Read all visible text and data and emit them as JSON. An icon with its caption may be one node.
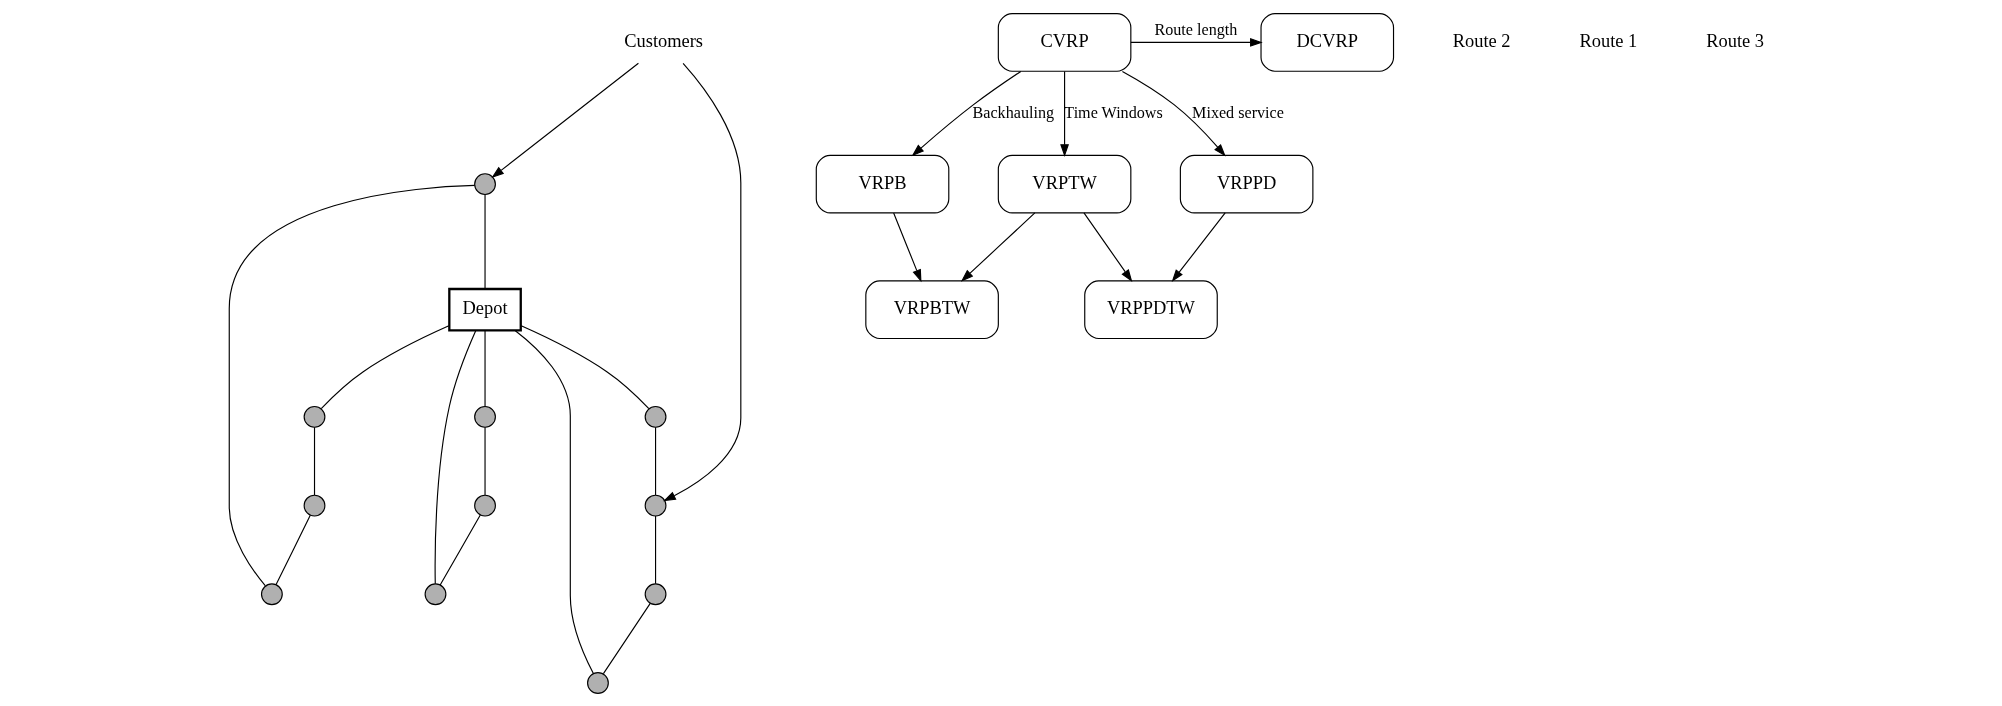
{
  "diagram": {
    "nodes": [
      {
        "text": [
          "Customers"
        ]
      },
      {
        "text": [],
        "shape": "circle"
      },
      {
        "text": [],
        "shape": "circle"
      },
      {
        "text": [],
        "shape": "circle"
      },
      {
        "text": [],
        "shape": "circle"
      },
      {
        "text": [],
        "shape": "circle"
      },
      {
        "text": [],
        "shape": "circle"
      },
      {
        "text": [],
        "shape": "circle"
      },
      {
        "text": [
          "Depot"
        ]
      },
      {
        "text": [],
        "shape": "circle"
      },
      {
        "text": [],
        "shape": "circle"
      },
      {
        "text": [],
        "shape": "circle"
      },
      {
        "text": [],
        "shape": "circle"
      },
      {
        "text": [
          "CVRP"
        ]
      },
      {
        "text": [
          "DCVRP"
        ]
      },
      {
        "text": [
          "VRPB"
        ]
      },
      {
        "text": [
          "VRPTW"
        ]
      },
      {
        "text": [
          "VRPPD"
        ]
      },
      {
        "text": [
          "VRPBTW"
        ]
      },
      {
        "text": [
          "VRPPDTW"
        ]
      }
    ],
    "edges": [
      {
        "from": 0,
        "to": 2,
        "arrow": "to"
      },
      {
        "from": 0,
        "to": 3,
        "arrow": "to"
      },
      {
        "from": 8,
        "to": 7,
        "arrow": "none"
      },
      {
        "from": 7,
        "to": 5,
        "arrow": "none"
      },
      {
        "from": 5,
        "to": 1,
        "arrow": "none"
      },
      {
        "from": 1,
        "to": 2,
        "arrow": "none"
      },
      {
        "from": 2,
        "to": 8,
        "arrow": "none"
      },
      {
        "from": 8,
        "to": 4,
        "arrow": "none"
      },
      {
        "from": 4,
        "to": 3,
        "arrow": "none"
      },
      {
        "from": 3,
        "to": 6,
        "arrow": "none"
      },
      {
        "from": 6,
        "to": 9,
        "arrow": "none"
      },
      {
        "from": 9,
        "to": 8,
        "arrow": "none"
      },
      {
        "from": 8,
        "to": 11,
        "arrow": "none"
      },
      {
        "from": 11,
        "to": 10,
        "arrow": "none"
      },
      {
        "from": 10,
        "to": 12,
        "arrow": "none"
      },
      {
        "from": 12,
        "to": 8,
        "arrow": "none"
      },
      {
        "from": 13,
        "to": 14,
        "arrow": "to",
        "label": "Route length"
      },
      {
        "from": 13,
        "to": 15,
        "arrow": "to",
        "label": "Backhauling"
      },
      {
        "from": 13,
        "to": 16,
        "arrow": "to",
        "label": "Time Windows"
      },
      {
        "from": 13,
        "to": 17,
        "arrow": "to",
        "label": "Mixed service"
      },
      {
        "from": 15,
        "to": 18,
        "arrow": "to"
      },
      {
        "from": 16,
        "to": 18,
        "arrow": "to"
      },
      {
        "from": 16,
        "to": 19,
        "arrow": "to"
      },
      {
        "from": 17,
        "to": 19,
        "arrow": "to"
      }
    ],
    "labels": [
      "Route 2",
      "Route 1",
      "Route 3"
    ]
  }
}
